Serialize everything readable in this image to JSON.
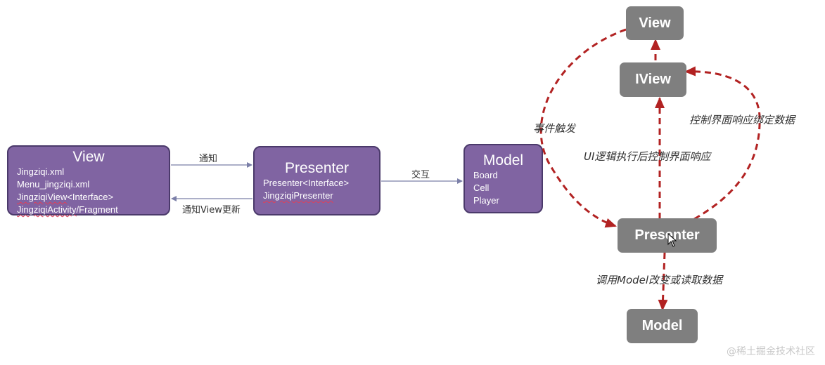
{
  "left": {
    "view_box": {
      "title": "View",
      "lines": [
        "Jingziqi.xml",
        "Menu_jingziqi.xml",
        "JingziqiView",
        "<Interface>",
        "JingziqiActivity",
        "/Fragment"
      ]
    },
    "presenter_box": {
      "title": "Presenter",
      "lines": [
        "Presenter<Interface>",
        "JingziqiPresenter"
      ]
    },
    "model_box": {
      "title": "Model",
      "lines": [
        "Board",
        "Cell",
        "Player"
      ]
    },
    "edges": {
      "notify": "通知",
      "notify_view_update": "通知View更新",
      "interact": "交互"
    }
  },
  "right": {
    "boxes": {
      "view": "View",
      "iview": "IView",
      "presenter": "Presenter",
      "model": "Model"
    },
    "edges": {
      "event_trigger": "事件触发",
      "ui_logic": "UI逻辑执行后控制界面响应",
      "control_binding": "控制界面响应绑定数据",
      "call_model": "调用Model改变或读取数据"
    }
  },
  "watermark": "@稀土掘金技术社区",
  "colors": {
    "purple_fill": "#8064a2",
    "purple_border": "#4b3a6b",
    "gray_box": "#7f7f7f",
    "red_dashed": "#b22222",
    "connector": "#7b7fa8"
  }
}
